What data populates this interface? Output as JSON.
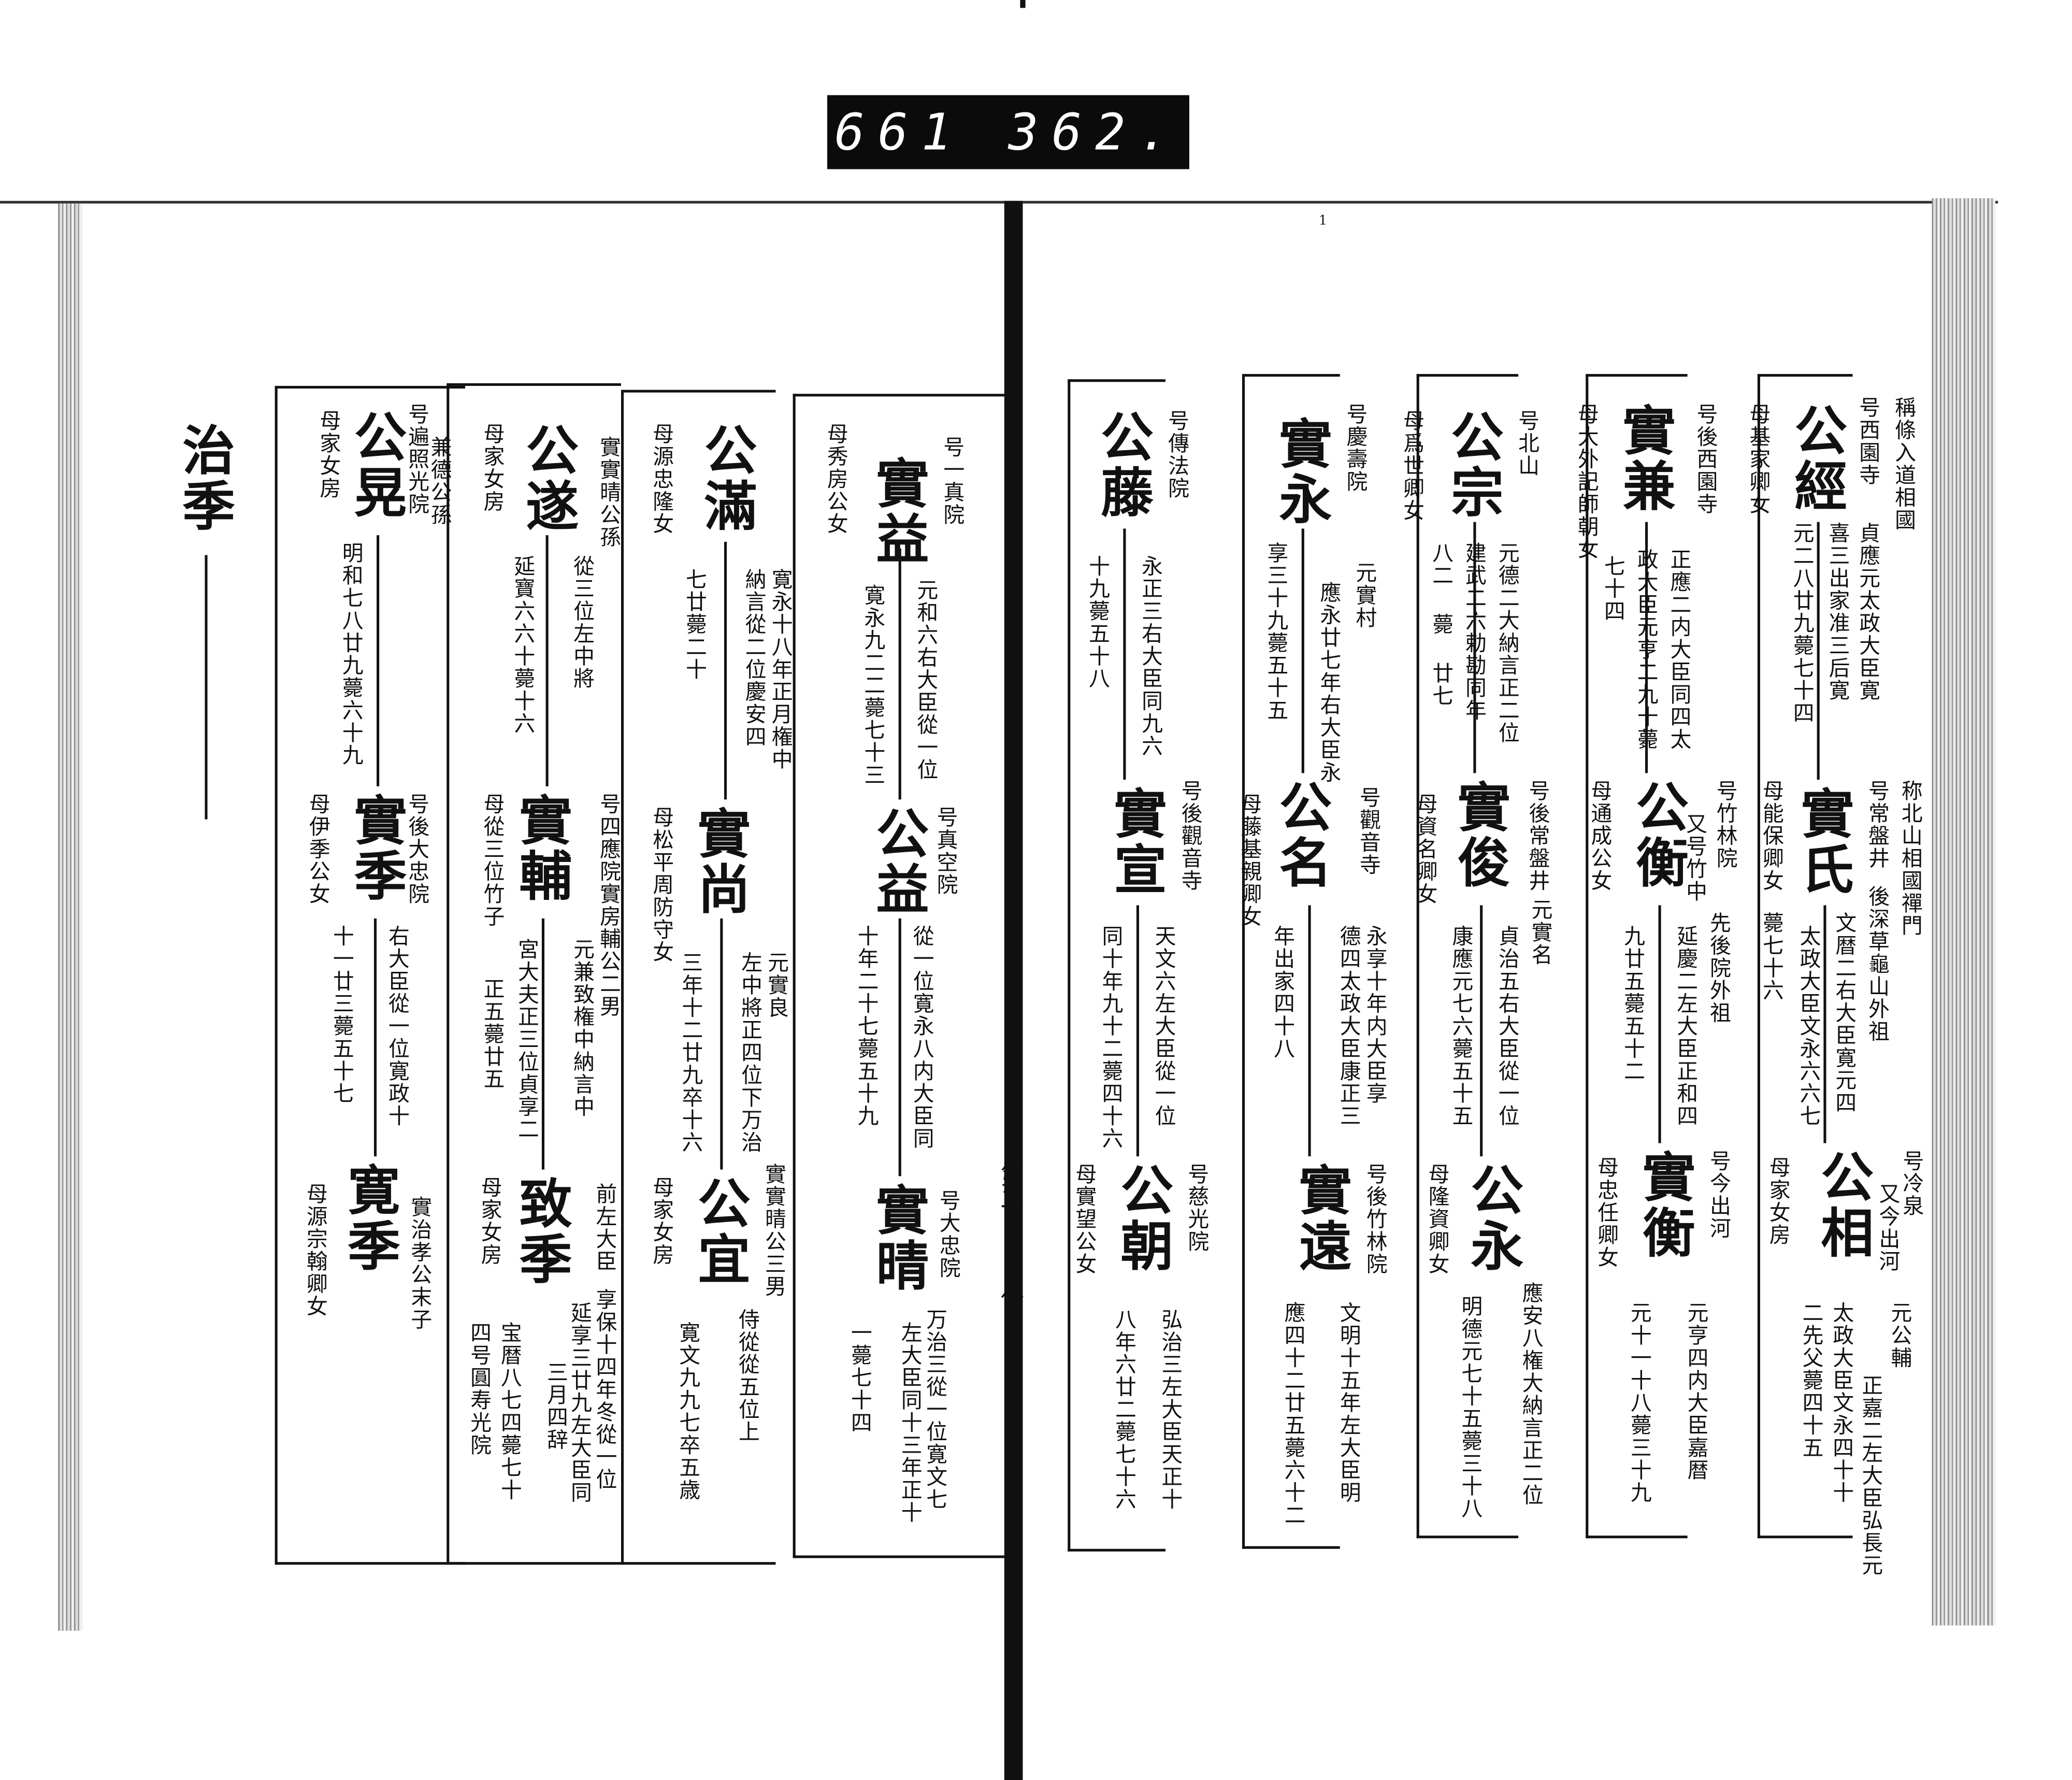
{
  "catalog_label": "661  362.",
  "page_marks": {
    "gutter_label": "第二",
    "gutter_number": "八",
    "top_mark": "1"
  },
  "persons": [
    {
      "name": "公經",
      "notes": [
        "稱條入道相國",
        "号西園寺",
        "貞應元太政大臣寛",
        "喜三出家准三后寛",
        "元二八廿九薨七十四",
        "母基家卿女"
      ]
    },
    {
      "name": "實氏",
      "notes": [
        "称北山相國禪門",
        "号常盤井",
        "後深草龜山外祖",
        "文暦二右大臣寛元四",
        "太政大臣文永六六七",
        "母能保卿女",
        "薨七十六"
      ]
    },
    {
      "name": "公相",
      "notes": [
        "号冷泉",
        "又今出河",
        "元公輔",
        "正嘉二左大臣弘長元",
        "太政大臣文永四十十",
        "二先父薨四十五",
        "母家女房"
      ]
    },
    {
      "name": "實兼",
      "notes": [
        "号後西園寺",
        "正應二内大臣同四太",
        "政大臣元亨二九十薨",
        "七十四",
        "母大外記師朝女"
      ]
    },
    {
      "name": "公衡",
      "notes": [
        "号竹林院",
        "又号竹中",
        "先後院外祖",
        "延慶二左大臣正和四",
        "九廿五薨五十二",
        "母通成公女"
      ]
    },
    {
      "name": "實衡",
      "notes": [
        "号今出河",
        "元亨四内大臣嘉暦",
        "元十一十八薨三十九",
        "母忠任卿女"
      ]
    },
    {
      "name": "公宗",
      "notes": [
        "号北山",
        "元德二大納言正二位",
        "建武二六勅勘同年",
        "八二 薨 廿七",
        "母爲世卿女"
      ]
    },
    {
      "name": "實俊",
      "notes": [
        "号後常盤井",
        "元實名",
        "貞治五右大臣從一位",
        "康應元七六薨五十五",
        "母資名卿女"
      ]
    },
    {
      "name": "公永",
      "notes": [
        "應安八権大納言正二位",
        "明德元七十五薨三十八",
        "母隆資卿女"
      ]
    },
    {
      "name": "實永",
      "notes": [
        "号慶壽院",
        "元實村",
        "應永廿七年右大臣永",
        "享三十九薨五十五"
      ]
    },
    {
      "name": "公名",
      "notes": [
        "号觀音寺",
        "永享十年内大臣享",
        "德四太政大臣康正三",
        "年出家四十八",
        "母藤基親卿女"
      ]
    },
    {
      "name": "實遠",
      "notes": [
        "号後竹林院",
        "文明十五年左大臣明",
        "應四十二廿五薨六十二"
      ]
    },
    {
      "name": "公藤",
      "notes": [
        "号傳法院",
        "永正三右大臣同九六",
        "十九薨五十八"
      ]
    },
    {
      "name": "實宣",
      "notes": [
        "号後觀音寺",
        "天文六左大臣從一位",
        "同十年九十二薨四十六",
        "母實望公女"
      ]
    },
    {
      "name": "公朝",
      "notes": [
        "号慈光院",
        "弘治三左大臣天正十",
        "八年六廿二薨七十六"
      ]
    },
    {
      "name": "實益",
      "notes": [
        "号一真院",
        "元和六右大臣從一位",
        "寛永九二二薨七十三",
        "母秀房公女"
      ]
    },
    {
      "name": "公益",
      "notes": [
        "号真空院",
        "從一位寛永八内大臣同",
        "十年二十七薨五十九"
      ]
    },
    {
      "name": "實晴",
      "notes": [
        "号大忠院",
        "万治三從一位寛文七",
        "左大臣同十三年正十",
        "一薨七十四"
      ]
    },
    {
      "name": "公滿",
      "notes": [
        "寛永十八年正月権中",
        "納言從二位慶安四",
        "七廿薨二十",
        "母源忠隆女"
      ]
    },
    {
      "name": "實尚",
      "notes": [
        "元實良",
        "左中將正四位下万治",
        "三年十二廿九卒十六",
        "母松平周防守女"
      ]
    },
    {
      "name": "公宜",
      "notes": [
        "實實晴公三男",
        "侍從從五位上",
        "寛文九九七卒五歳",
        "母家女房"
      ]
    },
    {
      "name": "公遂",
      "notes": [
        "實實晴公孫",
        "從三位左中將",
        "延寶六六十薨十六",
        "母家女房"
      ]
    },
    {
      "name": "實輔",
      "notes": [
        "号四應院實房輔公二男",
        "元兼致権中納言中",
        "宮大夫正三位貞享二",
        "正五薨廿五",
        "母從三位竹子"
      ]
    },
    {
      "name": "致季",
      "notes": [
        "前左大臣",
        "享保十四年冬從一位",
        "延享三廿九左大臣同",
        "三月四辞",
        "宝暦八七四薨七十",
        "四号圓寿光院",
        "母家女房"
      ]
    },
    {
      "name": "公晃",
      "notes": [
        "号遍照光院",
        "兼德公孫",
        "明和七八廿九薨六十九",
        "母家女房"
      ]
    },
    {
      "name": "實季",
      "notes": [
        "号後大忠院",
        "右大臣從一位寛政十",
        "十一廿三薨五十七",
        "母伊季公女"
      ]
    },
    {
      "name": "寛季",
      "notes": [
        "實治孝公末子",
        "母源宗翰卿女"
      ]
    },
    {
      "name": "治季",
      "notes": []
    }
  ]
}
